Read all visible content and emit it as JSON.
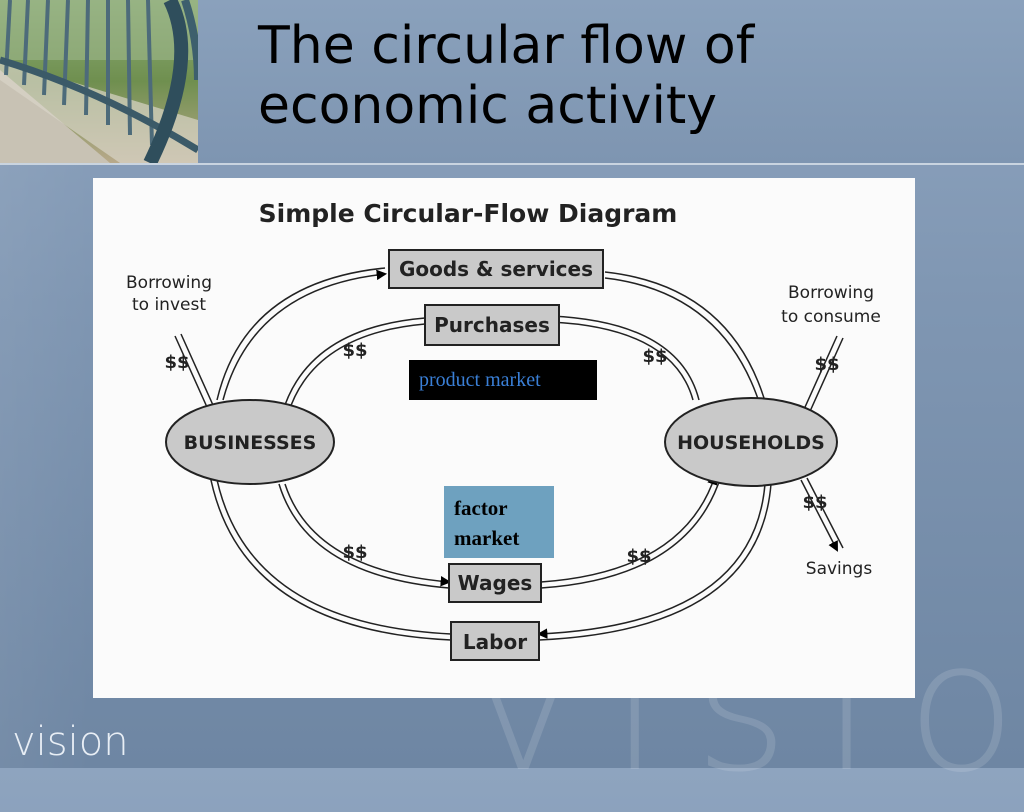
{
  "slide": {
    "title_line1": "The circular flow of",
    "title_line2": "economic activity",
    "logo_text": "vision",
    "watermark_text": "vision"
  },
  "diagram": {
    "heading": "Simple Circular-Flow Diagram",
    "nodes": {
      "businesses": "BUSINESSES",
      "households": "HOUSEHOLDS"
    },
    "boxes": {
      "goods_services": "Goods & services",
      "purchases": "Purchases",
      "wages": "Wages",
      "labor": "Labor"
    },
    "side_labels": {
      "borrowing_invest_1": "Borrowing",
      "borrowing_invest_2": "to invest",
      "borrowing_consume_1": "Borrowing",
      "borrowing_consume_2": "to consume",
      "savings": "Savings"
    },
    "money_labels": {
      "left_invest": "$$",
      "purchases_left": "$$",
      "purchases_right": "$$",
      "right_consume": "$$",
      "savings": "$$",
      "wages_left": "$$",
      "wages_right": "$$"
    },
    "overlays": {
      "product_market": "product market",
      "factor_line1": "factor",
      "factor_line2": "market"
    }
  }
}
